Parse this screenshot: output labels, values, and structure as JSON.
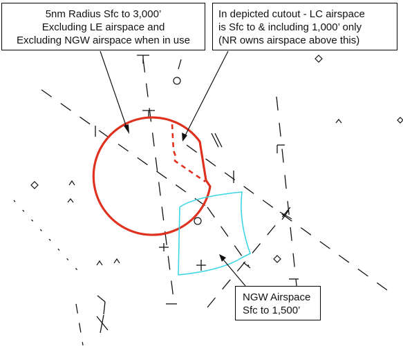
{
  "labels": {
    "radius": {
      "lines": [
        "5nm Radius Sfc to 3,000’",
        "Excluding LE airspace and",
        "Excluding NGW airspace when in use"
      ]
    },
    "cutout": {
      "lines": [
        "In depicted cutout - LC airspace",
        "is Sfc to & including 1,000’ only",
        "(NR owns airspace above this)"
      ]
    },
    "ngw": {
      "lines": [
        "NGW Airspace",
        "Sfc to 1,500’"
      ]
    }
  },
  "colors": {
    "radius_circle": "#e0301e",
    "cutout_boundary": "#e0301e",
    "ngw_boundary": "#3ad6e6",
    "linework": "#111111",
    "background": "#ffffff"
  },
  "icons": [
    "runway-dash-icon",
    "building-icon",
    "obstacle-icon",
    "caret-icon"
  ]
}
